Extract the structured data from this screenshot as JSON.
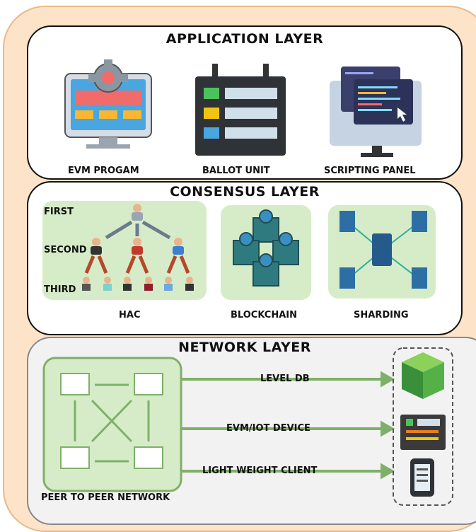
{
  "application_layer": {
    "title": "APPLICATION LAYER",
    "items": [
      {
        "label": "EVM PROGAM",
        "icon": "monitor-gear-icon"
      },
      {
        "label": "BALLOT UNIT",
        "icon": "ballot-unit-icon"
      },
      {
        "label": "SCRIPTING PANEL",
        "icon": "code-monitor-icon"
      }
    ]
  },
  "consensus_layer": {
    "title": "CONSENSUS LAYER",
    "hac_levels": [
      "FIRST",
      "SECOND",
      "THIRD"
    ],
    "items": [
      {
        "label": "HAC",
        "icon": "hierarchy-icon"
      },
      {
        "label": "BLOCKCHAIN",
        "icon": "blockchain-cubes-icon"
      },
      {
        "label": "SHARDING",
        "icon": "sharding-servers-icon"
      }
    ]
  },
  "network_layer": {
    "title": "NETWORK LAYER",
    "p2p_label": "PEER TO PEER NETWORK",
    "connections": [
      {
        "label": "LEVEL DB",
        "icon": "database-cube-icon"
      },
      {
        "label": "EVM/IOT DEVICE",
        "icon": "iot-device-icon"
      },
      {
        "label": "LIGHT WEIGHT CLIENT",
        "icon": "phone-client-icon"
      }
    ]
  },
  "colors": {
    "frame": "#fde3c8",
    "green": "#7fb069",
    "green_light": "#d6ecc8",
    "cube": "#2f7a7e",
    "arrow_brown": "#b5482a"
  }
}
